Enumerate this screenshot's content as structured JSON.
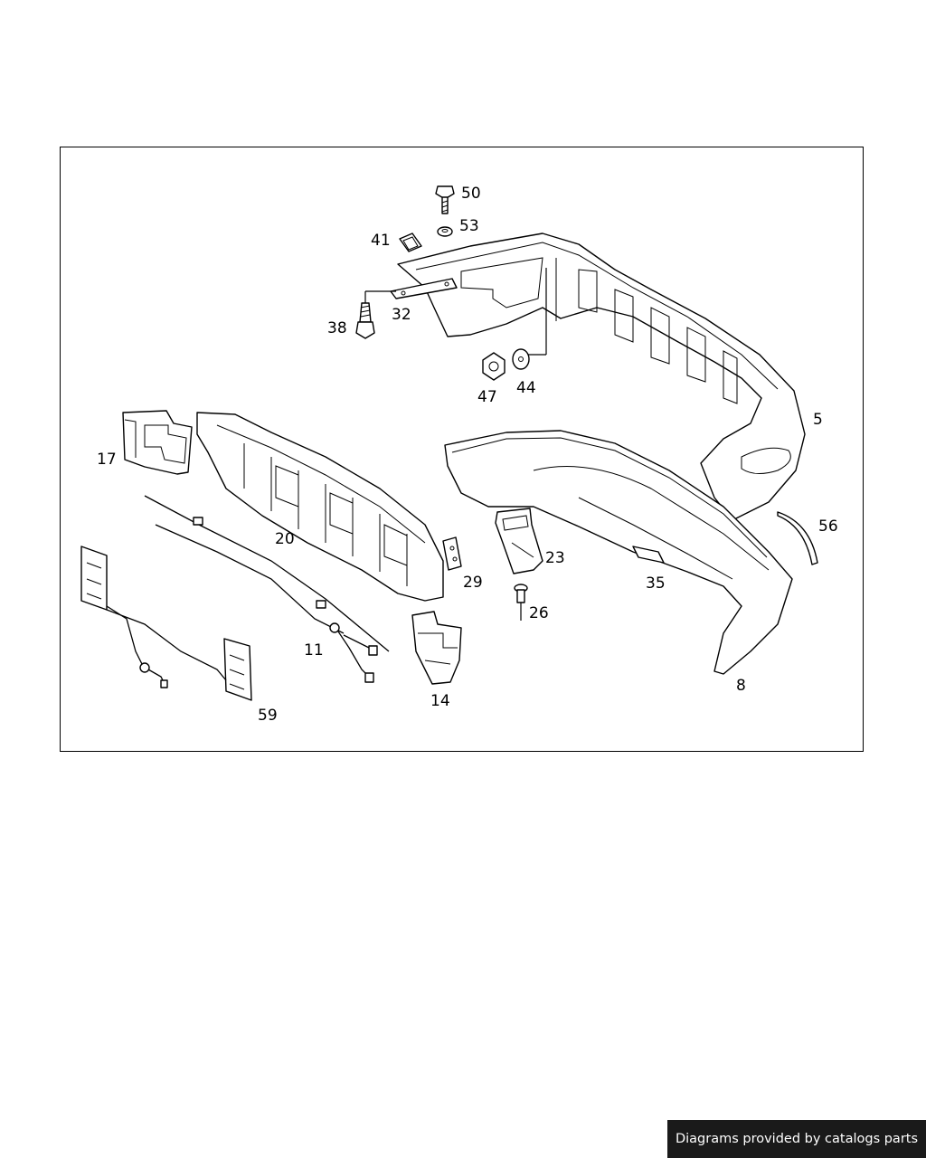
{
  "diagram": {
    "labels": {
      "p50": "50",
      "p53": "53",
      "p41": "41",
      "p32": "32",
      "p38": "38",
      "p47": "47",
      "p44": "44",
      "p5": "5",
      "p17": "17",
      "p20": "20",
      "p29": "29",
      "p23": "23",
      "p35": "35",
      "p56": "56",
      "p26": "26",
      "p11": "11",
      "p14": "14",
      "p8": "8",
      "p59": "59"
    }
  },
  "footer": {
    "credit_text": "Diagrams provided by catalogs parts"
  }
}
